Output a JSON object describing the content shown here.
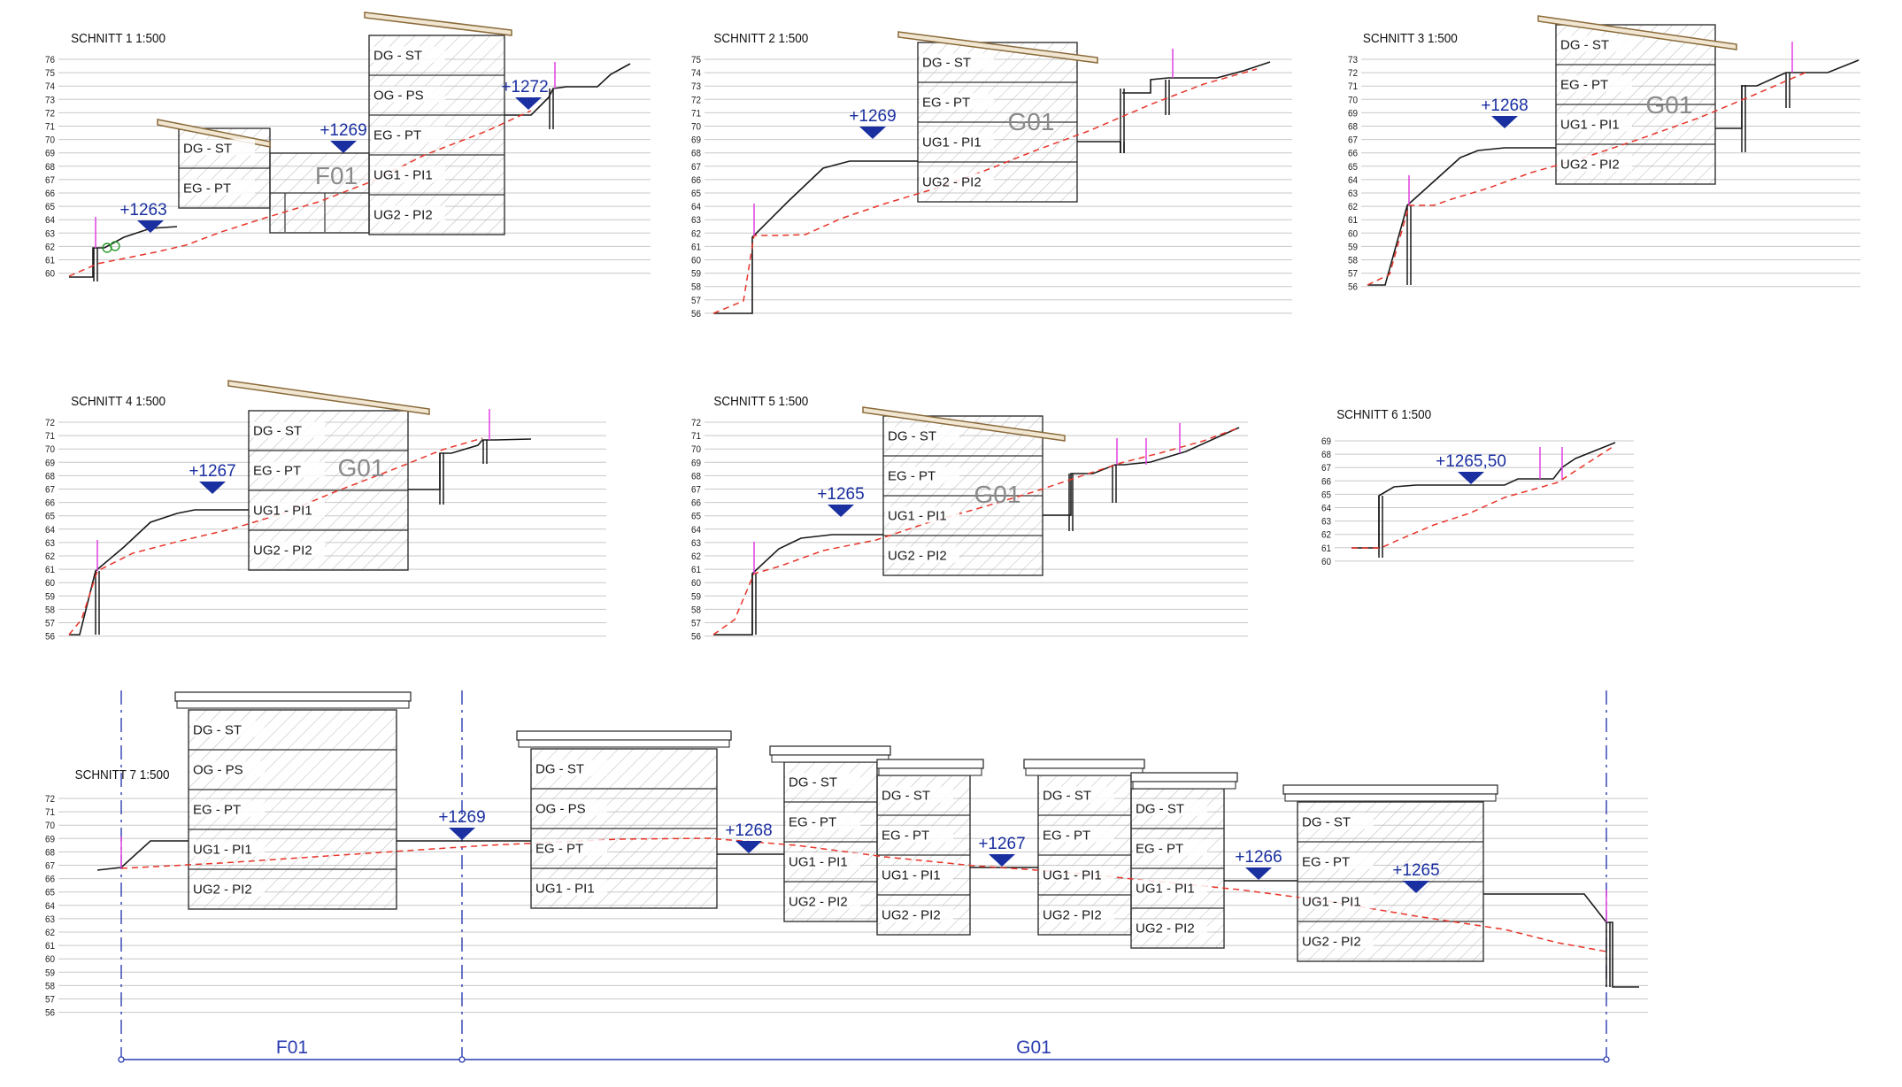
{
  "sections": [
    {
      "title": "SCHNITT 1  1:500",
      "ticks": [
        "76",
        "75",
        "74",
        "73",
        "72",
        "71",
        "70",
        "69",
        "68",
        "67",
        "66",
        "65",
        "64",
        "63",
        "62",
        "61",
        "60"
      ],
      "elevations": [
        "+1263",
        "+1269",
        "+1272"
      ],
      "building_label": "F01",
      "floors": [
        "DG - ST",
        "OG - PS",
        "EG - PT",
        "UG1 - PI1",
        "UG2 - PI2",
        "DG - ST",
        "EG - PT"
      ]
    },
    {
      "title": "SCHNITT 2  1:500",
      "ticks": [
        "75",
        "74",
        "73",
        "72",
        "71",
        "70",
        "69",
        "68",
        "67",
        "66",
        "65",
        "64",
        "63",
        "62",
        "61",
        "60",
        "59",
        "58",
        "57",
        "56"
      ],
      "elevations": [
        "+1269"
      ],
      "building_label": "G01",
      "floors": [
        "DG - ST",
        "EG - PT",
        "UG1 - PI1",
        "UG2 - PI2"
      ]
    },
    {
      "title": "SCHNITT 3  1:500",
      "ticks": [
        "73",
        "72",
        "71",
        "70",
        "69",
        "68",
        "67",
        "66",
        "65",
        "64",
        "63",
        "62",
        "61",
        "60",
        "59",
        "58",
        "57",
        "56"
      ],
      "elevations": [
        "+1268"
      ],
      "building_label": "G01",
      "floors": [
        "DG - ST",
        "EG - PT",
        "UG1 - PI1",
        "UG2 - PI2"
      ]
    },
    {
      "title": "SCHNITT 4  1:500",
      "ticks": [
        "72",
        "71",
        "70",
        "69",
        "68",
        "67",
        "66",
        "65",
        "64",
        "63",
        "62",
        "61",
        "60",
        "59",
        "58",
        "57",
        "56"
      ],
      "elevations": [
        "+1267"
      ],
      "building_label": "G01",
      "floors": [
        "DG - ST",
        "EG - PT",
        "UG1 - PI1",
        "UG2 - PI2"
      ]
    },
    {
      "title": "SCHNITT 5  1:500",
      "ticks": [
        "72",
        "71",
        "70",
        "69",
        "68",
        "67",
        "66",
        "65",
        "64",
        "63",
        "62",
        "61",
        "60",
        "59",
        "58",
        "57",
        "56"
      ],
      "elevations": [
        "+1265"
      ],
      "building_label": "G01",
      "floors": [
        "DG - ST",
        "EG - PT",
        "UG1 - PI1",
        "UG2 - PI2"
      ]
    },
    {
      "title": "SCHNITT 6  1:500",
      "ticks": [
        "69",
        "68",
        "67",
        "66",
        "65",
        "64",
        "63",
        "62",
        "61",
        "60"
      ],
      "elevations": [
        "+1265,50"
      ],
      "building_label": "",
      "floors": []
    },
    {
      "title": "SCHNITT 7  1:500",
      "ticks": [
        "72",
        "71",
        "70",
        "69",
        "68",
        "67",
        "66",
        "65",
        "64",
        "63",
        "62",
        "61",
        "60",
        "59",
        "58",
        "57",
        "56"
      ],
      "elevations": [
        "+1269",
        "+1268",
        "+1267",
        "+1266",
        "+1265"
      ],
      "building_label": "",
      "floors": [
        "DG - ST",
        "OG - PS",
        "EG - PT",
        "UG1 - PI1",
        "UG2 - PI2"
      ],
      "zones": [
        "F01",
        "G01"
      ]
    }
  ],
  "colors": {
    "ground": "#1a1a1a",
    "terrain": "#e8352a",
    "marker": "#1a2fa0",
    "pink": "#e040e0",
    "roof": "#8a6a3a",
    "axis": "#2a3cb0"
  }
}
